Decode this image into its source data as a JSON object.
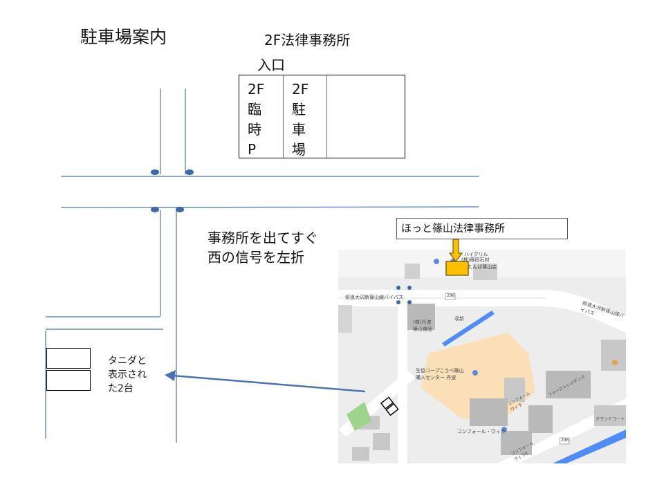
{
  "page": {
    "title": "駐車場案内",
    "floor_label": "2F法律事務所",
    "entrance_label": "入口",
    "temp_parking_chars": [
      "2F",
      "臨",
      "時",
      "P"
    ],
    "parking_chars": [
      "2F",
      "駐",
      "車",
      "場"
    ],
    "directions": [
      "事務所を出てすぐ",
      "西の信号を左折"
    ],
    "office_callout": "ほっと篠山法律事務所",
    "spots_note": [
      "タニダと",
      "表示され",
      "た2台"
    ]
  },
  "map": {
    "labels": {
      "bypass_left": "県道大沢新篠山線バイパス",
      "bypass_right": "県道大沢新篠山線バイパス",
      "shop_top": "(株)篠田石材\n店 たんば篠山店",
      "shop_left": "(株)丹波\n篠山食品",
      "store": "生協コープこうべ篠山\n購入センター 丹波",
      "apt1": "コンフォール\nヴィラ",
      "apt2": "ファーストレジデンス",
      "apt3": "コンフォール・ヴィラ",
      "apt4": "コンフォール\nヴィラII",
      "apt5": "グランドコート",
      "route_marker": "296",
      "route_marker_2": "296",
      "label_shuzen": "収新",
      "partial_top": "ハイグリル"
    }
  },
  "colors": {
    "road_line": "#4a72b0",
    "arrow": "#4a72b0",
    "marker": "#ffc000",
    "map_bg": "#ededed",
    "map_building": "#b9b9b9",
    "map_store": "#fbe0b7",
    "map_water": "#4f8cf7",
    "map_green": "#9ed38d"
  }
}
